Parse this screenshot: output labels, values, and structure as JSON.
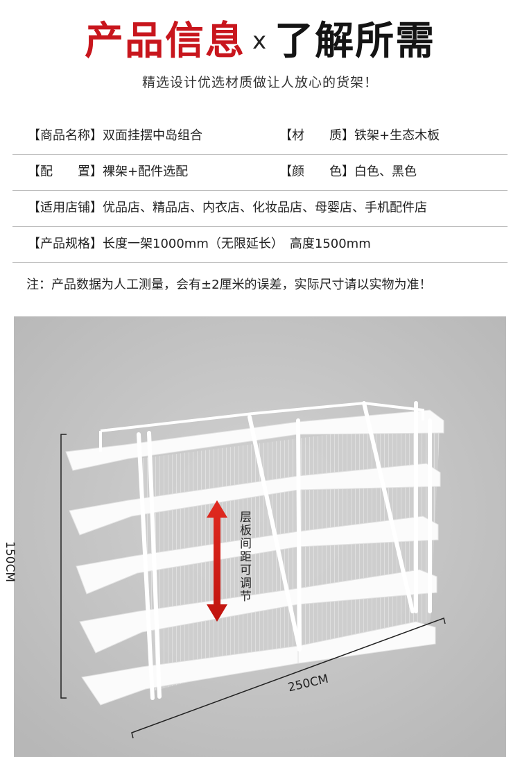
{
  "header": {
    "title_red": "产品信息",
    "title_x": "x",
    "title_dark": "了解所需",
    "subtitle": "精选设计优选材质做让人放心的货架！"
  },
  "specs": {
    "name_label": "【商品名称】",
    "name_value": "双面挂摆中岛组合",
    "material_label": "【材　　质】",
    "material_value": "铁架+生态木板",
    "config_label": "【配　　置】",
    "config_value": "裸架+配件选配",
    "color_label": "【颜　　色】",
    "color_value": "白色、黑色",
    "stores_label": "【适用店铺】",
    "stores_value": "优品店、精品店、内衣店、化妆品店、母婴店、手机配件店",
    "size_label": "【产品规格】",
    "size_value": "长度一架1000mm（无限延长）　高度1500mm"
  },
  "note": "注：产品数据为人工测量，会有±2厘米的误差，实际尺寸请以实物为准！",
  "photo": {
    "height_label": "150CM",
    "width_label": "250CM",
    "adjust_label": "层板间距可调节"
  },
  "colors": {
    "accent_red": "#c8161d",
    "arrow_red": "#e02a20",
    "photo_bg": "#c6c6c6"
  }
}
